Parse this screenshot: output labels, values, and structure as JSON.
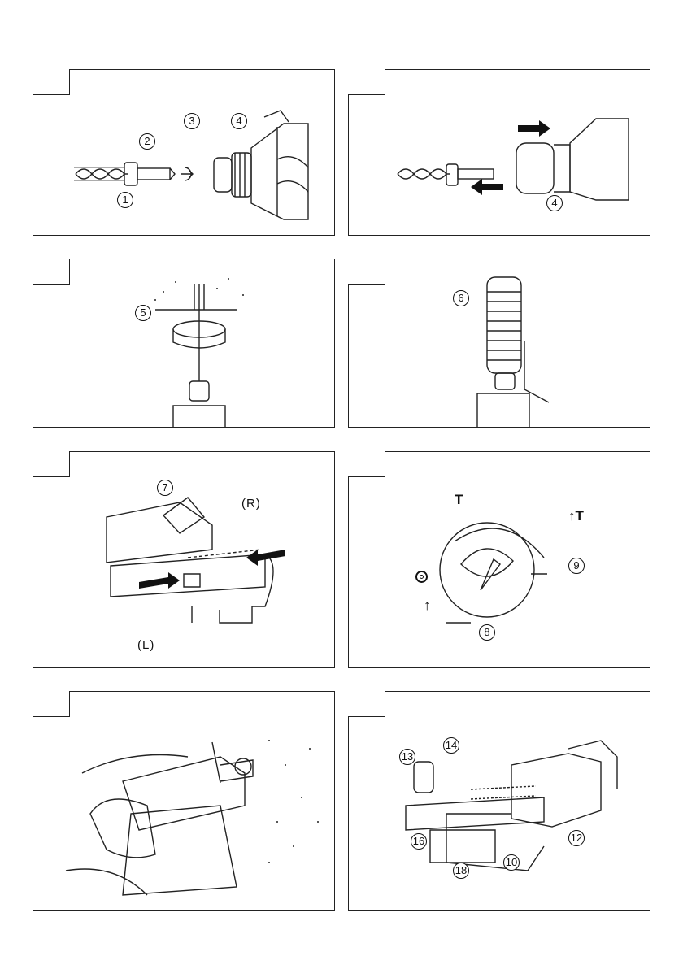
{
  "panels": [
    {
      "callouts": [
        "1",
        "2",
        "3",
        "4"
      ],
      "icons": [
        "drill-bit-icon",
        "grease-rotation-icon",
        "tool-chuck-icon"
      ]
    },
    {
      "callouts": [
        "4"
      ],
      "icons": [
        "drill-bit-icon",
        "insert-arrow-icon",
        "remove-arrow-icon"
      ]
    },
    {
      "callouts": [
        "5"
      ],
      "icons": [
        "dust-cup-icon"
      ]
    },
    {
      "callouts": [
        "6"
      ],
      "icons": [
        "dust-bellows-icon"
      ]
    },
    {
      "callouts": [
        "7"
      ],
      "rotation_marks": [
        "R",
        "L"
      ],
      "icons": [
        "reversing-switch-icon"
      ]
    },
    {
      "callouts": [
        "8",
        "9"
      ],
      "mode_symbols": [
        "hammer-mode-icon",
        "rotation-hammer-mode-icon",
        "neutral-mode-icon",
        "rotation-only-mode-icon"
      ]
    },
    {
      "callouts": [],
      "icons": [
        "hammer-drill-in-use-icon"
      ]
    },
    {
      "callouts": [
        "10",
        "12",
        "13",
        "14",
        "16",
        "18"
      ],
      "icons": [
        "dust-extractor-attachment-icon"
      ]
    }
  ],
  "colors": {
    "line": "#222222",
    "background": "#ffffff"
  }
}
